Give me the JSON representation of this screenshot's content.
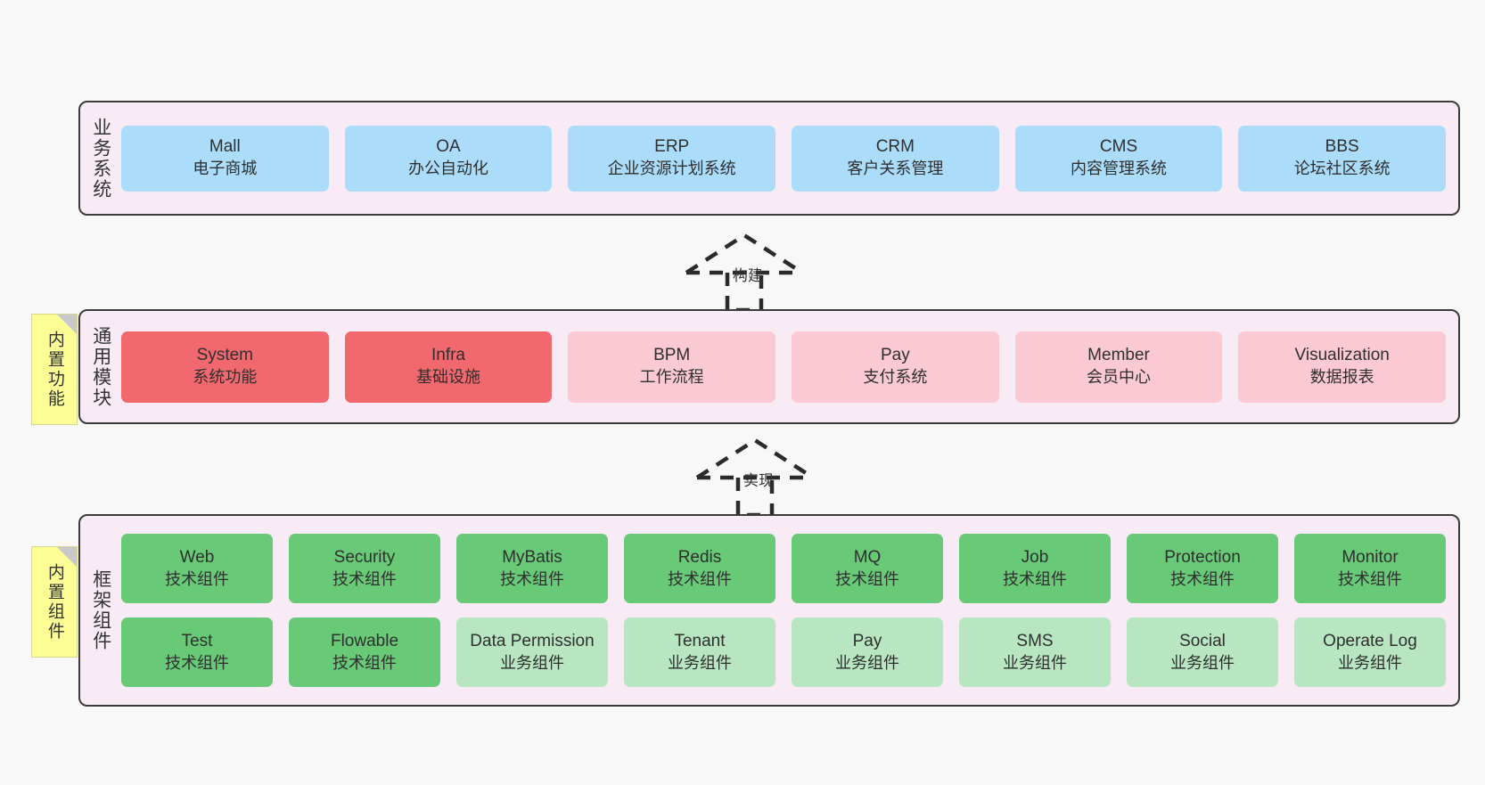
{
  "diagram": {
    "notes": [
      {
        "id": "builtin-functions",
        "text": "内置功能"
      },
      {
        "id": "builtin-components",
        "text": "内置组件"
      }
    ],
    "connectors": [
      {
        "id": "build",
        "label": "构建"
      },
      {
        "id": "implement",
        "label": "实现"
      }
    ],
    "layers": [
      {
        "id": "business-system",
        "title": "业务系统",
        "rows": [
          [
            {
              "name": "Mall",
              "cn": "电子商城",
              "color": "#abddfb"
            },
            {
              "name": "OA",
              "cn": "办公自动化",
              "color": "#abddfb"
            },
            {
              "name": "ERP",
              "cn": "企业资源计划系统",
              "color": "#abddfb"
            },
            {
              "name": "CRM",
              "cn": "客户关系管理",
              "color": "#abddfb"
            },
            {
              "name": "CMS",
              "cn": "内容管理系统",
              "color": "#abddfb"
            },
            {
              "name": "BBS",
              "cn": "论坛社区系统",
              "color": "#abddfb"
            }
          ]
        ]
      },
      {
        "id": "common-module",
        "title": "通用模块",
        "rows": [
          [
            {
              "name": "System",
              "cn": "系统功能",
              "color": "#f2686f"
            },
            {
              "name": "Infra",
              "cn": "基础设施",
              "color": "#f2686f"
            },
            {
              "name": "BPM",
              "cn": "工作流程",
              "color": "#fbc9d4"
            },
            {
              "name": "Pay",
              "cn": "支付系统",
              "color": "#fbc9d4"
            },
            {
              "name": "Member",
              "cn": "会员中心",
              "color": "#fbc9d4"
            },
            {
              "name": "Visualization",
              "cn": "数据报表",
              "color": "#fbc9d4"
            }
          ]
        ]
      },
      {
        "id": "framework-component",
        "title": "框架组件",
        "rows": [
          [
            {
              "name": "Web",
              "cn": "技术组件",
              "color": "#68c977"
            },
            {
              "name": "Security",
              "cn": "技术组件",
              "color": "#68c977"
            },
            {
              "name": "MyBatis",
              "cn": "技术组件",
              "color": "#68c977"
            },
            {
              "name": "Redis",
              "cn": "技术组件",
              "color": "#68c977"
            },
            {
              "name": "MQ",
              "cn": "技术组件",
              "color": "#68c977"
            },
            {
              "name": "Job",
              "cn": "技术组件",
              "color": "#68c977"
            },
            {
              "name": "Protection",
              "cn": "技术组件",
              "color": "#68c977"
            },
            {
              "name": "Monitor",
              "cn": "技术组件",
              "color": "#68c977"
            }
          ],
          [
            {
              "name": "Test",
              "cn": "技术组件",
              "color": "#68c977"
            },
            {
              "name": "Flowable",
              "cn": "技术组件",
              "color": "#68c977"
            },
            {
              "name": "Data Permission",
              "cn": "业务组件",
              "color": "#b8e6c1"
            },
            {
              "name": "Tenant",
              "cn": "业务组件",
              "color": "#b8e6c1"
            },
            {
              "name": "Pay",
              "cn": "业务组件",
              "color": "#b8e6c1"
            },
            {
              "name": "SMS",
              "cn": "业务组件",
              "color": "#b8e6c1"
            },
            {
              "name": "Social",
              "cn": "业务组件",
              "color": "#b8e6c1"
            },
            {
              "name": "Operate Log",
              "cn": "业务组件",
              "color": "#b8e6c1"
            }
          ]
        ]
      }
    ],
    "colors": {
      "background": "#f8f8f8",
      "layer_fill": "#f9ebf5",
      "layer_border": "#3b3b3b",
      "note_fill": "#fdfd96",
      "blue": "#abddfb",
      "red": "#f2686f",
      "pink": "#fbc9d4",
      "green": "#68c977",
      "light_green": "#b8e6c1"
    }
  }
}
